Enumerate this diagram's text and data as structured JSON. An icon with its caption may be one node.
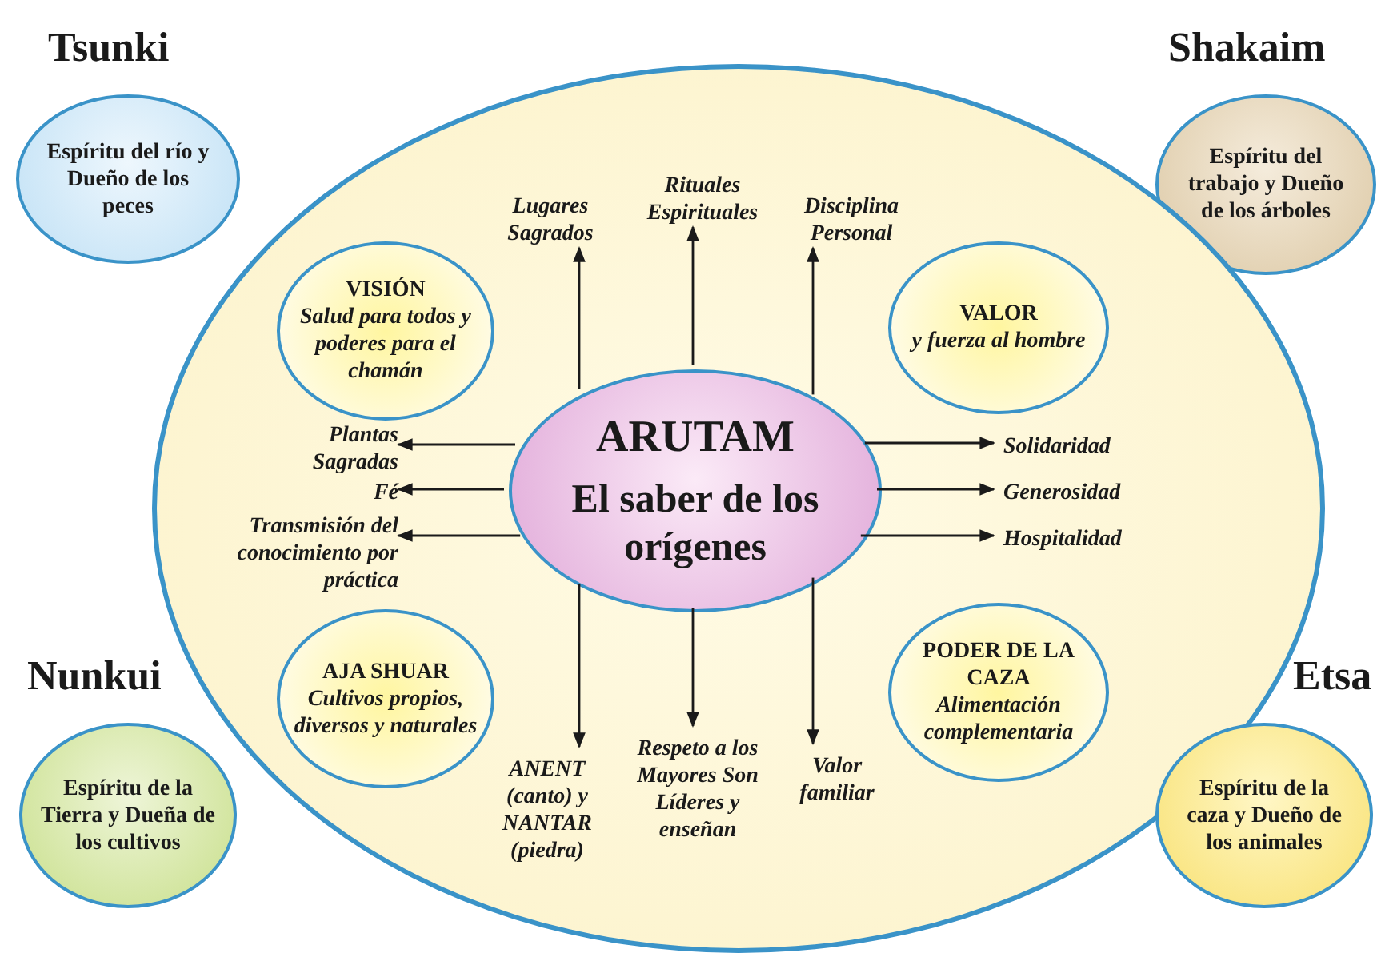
{
  "diagram": {
    "nodes": [
      {
        "text": [
          "Tsunki",
          "Espíritu del río y Dueño de los peces"
        ]
      },
      {
        "text": [
          "Shakaim",
          "Espíritu del trabajo y Dueño de los árboles"
        ]
      },
      {
        "text": [],
        "shape": "circle"
      },
      {
        "text": [
          "Lugares Sagrados"
        ],
        "in": 2
      },
      {
        "text": [
          "Rituales Espirituales"
        ],
        "in": 2
      },
      {
        "text": [
          "Disciplina Personal"
        ],
        "in": 2
      },
      {
        "text": [
          "VISIÓN",
          "Salud para todos y poderes para el chamán"
        ],
        "in": 2
      },
      {
        "text": [
          "VALOR",
          "y fuerza al hombre"
        ],
        "in": 2
      },
      {
        "text": [
          "ARUTAM",
          "El saber de los orígenes"
        ],
        "in": 2
      },
      {
        "text": [
          "Plantas Sagradas"
        ],
        "in": 2
      },
      {
        "text": [
          "Fé"
        ],
        "in": 2
      },
      {
        "text": [
          "Transmisión del conocimiento por práctica"
        ],
        "in": 2
      },
      {
        "text": [
          "Solidaridad"
        ],
        "in": 2
      },
      {
        "text": [
          "Generosidad"
        ],
        "in": 2
      },
      {
        "text": [
          "Hospitalidad"
        ],
        "in": 2
      },
      {
        "text": [
          "AJA SHUAR",
          "Cultivos propios, diversos y naturales"
        ],
        "in": 2
      },
      {
        "text": [
          "PODER DE LA CAZA",
          "Alimentación complementaria"
        ],
        "in": 2
      },
      {
        "text": [
          "ANENT (canto) y NANTAR (piedra)"
        ],
        "in": 2
      },
      {
        "text": [
          "Respeto a los Mayores Son Líderes y enseñan"
        ],
        "in": 2
      },
      {
        "text": [
          "Valor familiar"
        ],
        "in": 2
      },
      {
        "text": [
          "Nunkui",
          "Espíritu de la Tierra y Dueña de los cultivos"
        ]
      },
      {
        "text": [
          "Etsa",
          "Espíritu de la caza y Dueño de los animales"
        ]
      }
    ],
    "edges": [
      {
        "from": 8,
        "to": 3,
        "arrow": "to"
      },
      {
        "from": 8,
        "to": 4,
        "arrow": "to"
      },
      {
        "from": 8,
        "to": 5,
        "arrow": "to"
      },
      {
        "from": 8,
        "to": 9,
        "arrow": "to"
      },
      {
        "from": 8,
        "to": 10,
        "arrow": "to"
      },
      {
        "from": 8,
        "to": 11,
        "arrow": "to"
      },
      {
        "from": 8,
        "to": 12,
        "arrow": "to"
      },
      {
        "from": 8,
        "to": 13,
        "arrow": "to"
      },
      {
        "from": 8,
        "to": 14,
        "arrow": "to"
      },
      {
        "from": 8,
        "to": 17,
        "arrow": "to"
      },
      {
        "from": 8,
        "to": 18,
        "arrow": "to"
      },
      {
        "from": 8,
        "to": 19,
        "arrow": "to"
      }
    ]
  }
}
